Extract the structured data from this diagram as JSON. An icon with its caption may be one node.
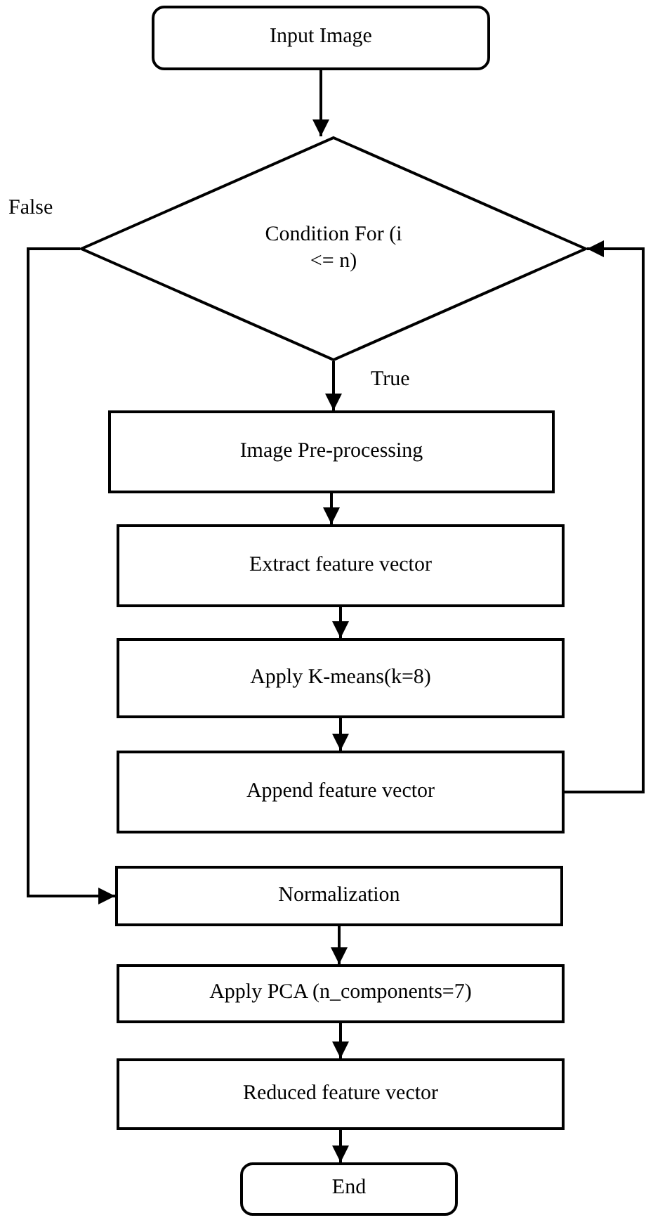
{
  "diagram": {
    "nodes": [
      {
        "text": [
          "Input Image"
        ]
      },
      {
        "text": [
          "Condition For (i <= n)"
        ]
      },
      {
        "text": [
          "Image Pre-processing"
        ]
      },
      {
        "text": [
          "Extract feature vector"
        ]
      },
      {
        "text": [
          "Apply K-means(k=8)"
        ]
      },
      {
        "text": [
          "Append feature vector"
        ]
      },
      {
        "text": [
          "Normalization"
        ]
      },
      {
        "text": [
          "Apply PCA (n_components=7)"
        ]
      },
      {
        "text": [
          "Reduced feature vector"
        ]
      },
      {
        "text": [
          "End"
        ]
      }
    ],
    "edges": [
      {
        "from": 0,
        "to": 1,
        "arrow": "to"
      },
      {
        "from": 1,
        "to": 2,
        "arrow": "to",
        "label": "True"
      },
      {
        "from": 2,
        "to": 3,
        "arrow": "to"
      },
      {
        "from": 3,
        "to": 4,
        "arrow": "to"
      },
      {
        "from": 4,
        "to": 5,
        "arrow": "to"
      },
      {
        "from": 5,
        "to": 1,
        "arrow": "to"
      },
      {
        "from": 1,
        "to": 6,
        "arrow": "to",
        "label": "False"
      },
      {
        "from": 6,
        "to": 7,
        "arrow": "to"
      },
      {
        "from": 7,
        "to": 8,
        "arrow": "to"
      },
      {
        "from": 8,
        "to": 9,
        "arrow": "to"
      }
    ]
  }
}
